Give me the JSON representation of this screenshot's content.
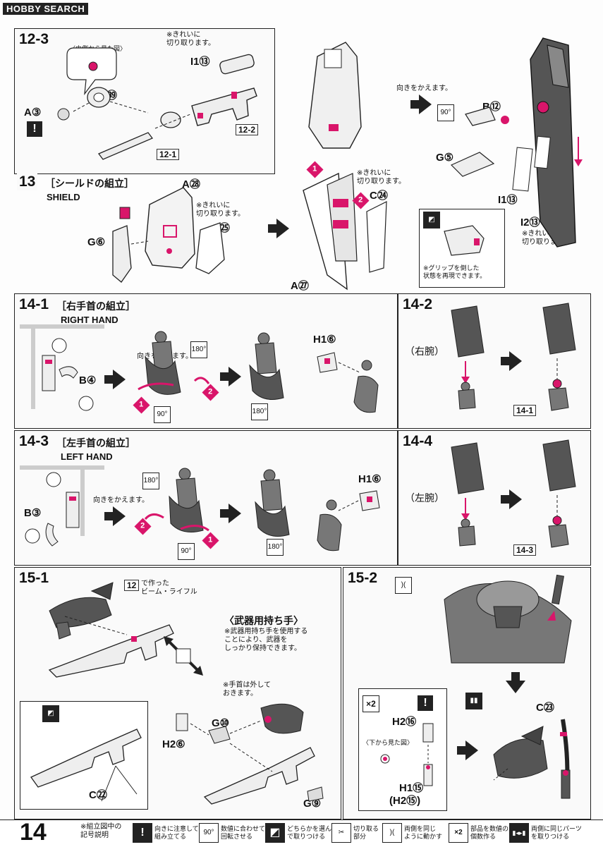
{
  "watermark": "HOBBY SEARCH",
  "page_number": "14",
  "step_12_3": {
    "step": "12-3",
    "inside_view": "〈内側から見た図〉",
    "note_clean_cut": "※きれいに\n切り取ります。",
    "parts": [
      "I1⑬",
      "A㊴",
      "A③"
    ],
    "refs": [
      "12-1",
      "12-2"
    ]
  },
  "step_13": {
    "step": "13",
    "title_jp": "［シールドの組立］",
    "title_en": "SHIELD",
    "parts": [
      "A㉘",
      "C㉕",
      "G⑥",
      "A㉗",
      "C㉔"
    ],
    "note_clean_cut": "※きれいに\n切り取ります。",
    "note_clean_cut_2": "※きれいに\n切り取ります。"
  },
  "shield_right": {
    "note_turn": "向きをかえます。",
    "parts": [
      "B⑫",
      "G⑤",
      "I1⑬",
      "I2⑬"
    ],
    "note_clean_cut": "※きれいに\n切り取ります。",
    "grip_note": "※グリップを倒した\n状態を再現できます。"
  },
  "step_14_1": {
    "step": "14-1",
    "title_jp": "［右手首の組立］",
    "title_en": "RIGHT HAND",
    "part_b": "B④",
    "part_h": "H1⑥",
    "note_turn": "向きをかえます。",
    "angles": [
      "90°",
      "180°",
      "180°"
    ]
  },
  "step_14_2": {
    "step": "14-2",
    "arm_label": "（右腕）",
    "ref": "14-1"
  },
  "step_14_3": {
    "step": "14-3",
    "title_jp": "［左手首の組立］",
    "title_en": "LEFT HAND",
    "part_b": "B③",
    "part_h": "H1⑥",
    "note_turn": "向きをかえます。",
    "angles": [
      "180°",
      "90°",
      "180°"
    ]
  },
  "step_14_4": {
    "step": "14-4",
    "arm_label": "（左腕）",
    "ref": "14-3"
  },
  "step_15_1": {
    "step": "15-1",
    "rifle_ref_num": "12",
    "rifle_ref_text": "で作った\nビーム・ライフル",
    "weapon_hand_title": "〈武器用持ち手〉",
    "weapon_hand_note": "※武器用持ち手を使用する\nことにより、武器を\nしっかり保持できます。",
    "wrist_note": "※手首は外して\nおきます。",
    "parts": [
      "G⑩",
      "H2⑥",
      "G⑨",
      "C㉒"
    ]
  },
  "step_15_2": {
    "step": "15-2",
    "part_c": "C㉓",
    "x2": "×2",
    "parts": [
      "H2⑯",
      "H1⑮",
      "(H2⑮)"
    ],
    "bottom_view": "〈下から見た図〉"
  },
  "legend": {
    "heading": "※組立図中の\n記号説明",
    "items": [
      {
        "icon": "!",
        "text": "向きに注意して\n組み立てる"
      },
      {
        "icon": "90°",
        "text": "数値に合わせて\n回転させる"
      },
      {
        "icon": "◩",
        "text": "どちらかを選ん\nで取りつける"
      },
      {
        "icon": "✂",
        "text": "切り取る\n部分"
      },
      {
        "icon": ")(",
        "text": "両側を同じ\nように動かす"
      },
      {
        "icon": "×2",
        "text": "部品を数値の\n個数作る"
      },
      {
        "icon": "▮◂▸▮",
        "text": "両側に同じパーツ\nを取りつける"
      }
    ]
  },
  "colors": {
    "accent": "#d9156a",
    "ink": "#222222"
  }
}
